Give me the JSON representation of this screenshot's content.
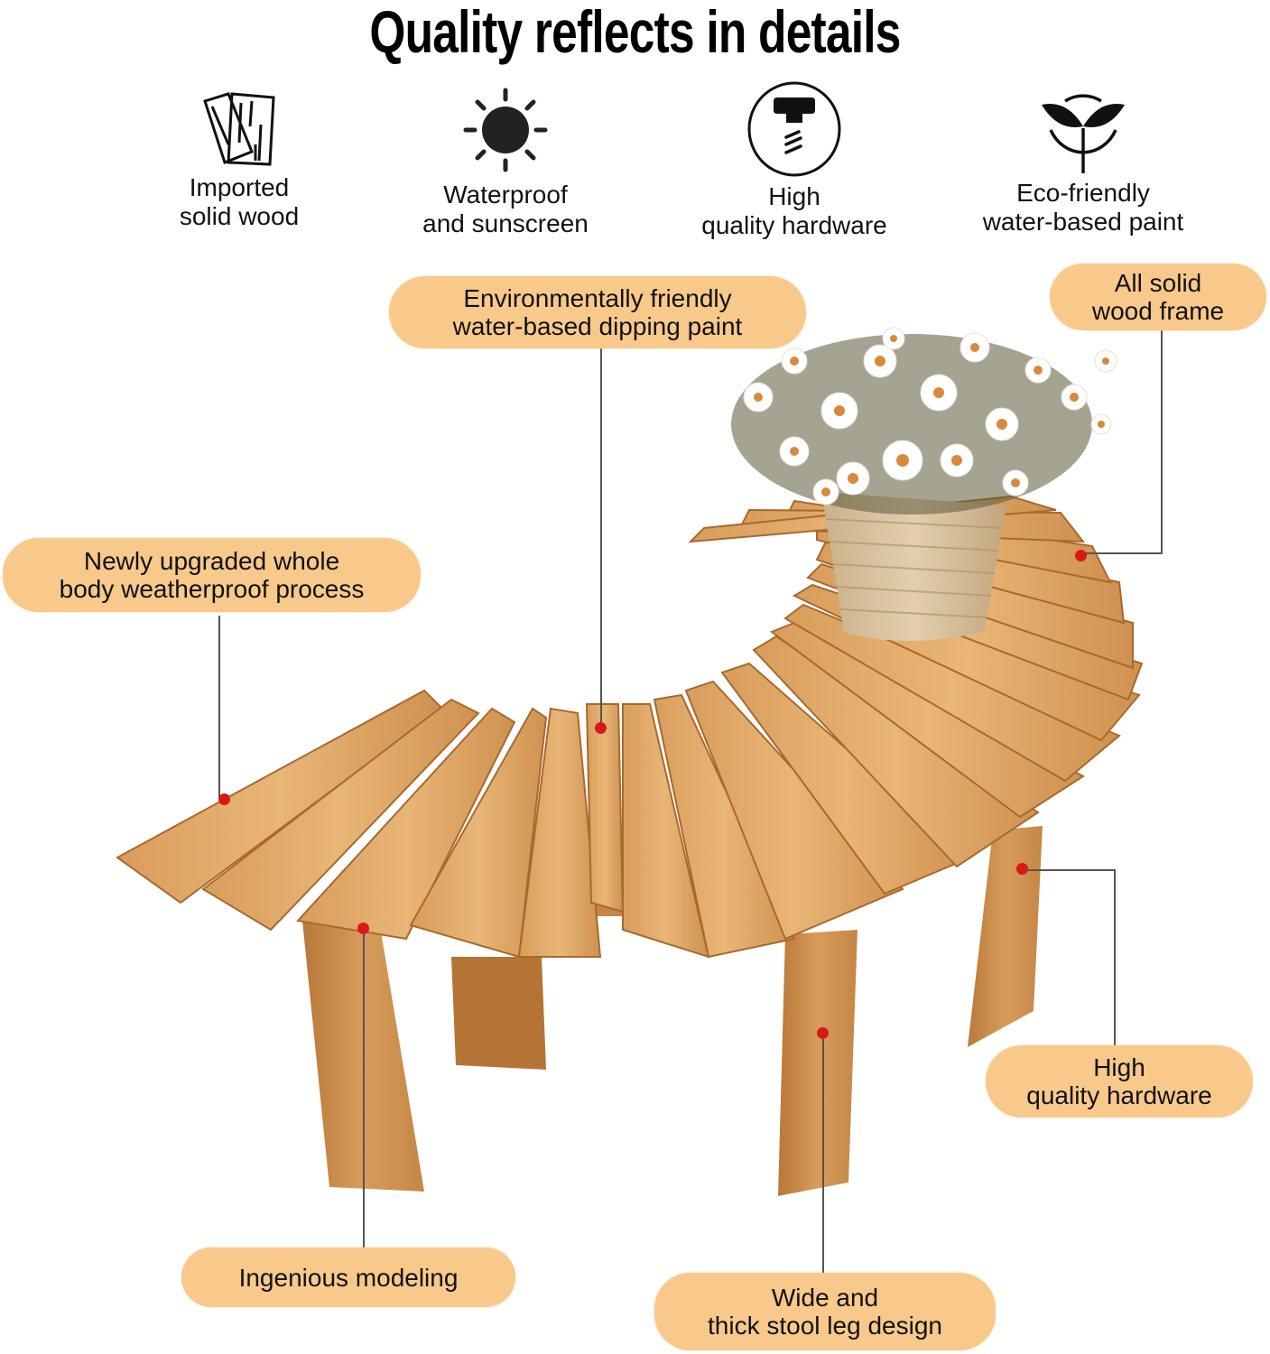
{
  "title": "Quality reflects in details",
  "features": [
    {
      "icon": "wood-planks-icon",
      "line1": "Imported",
      "line2": "solid wood"
    },
    {
      "icon": "sun-icon",
      "line1": "Waterproof",
      "line2": "and sunscreen"
    },
    {
      "icon": "screw-icon",
      "line1": "High",
      "line2": "quality hardware"
    },
    {
      "icon": "sprout-leaf-icon",
      "line1": "Eco-friendly",
      "line2": "water-based paint"
    }
  ],
  "callouts": {
    "paint": {
      "line1": "Environmentally friendly",
      "line2": "water-based dipping paint"
    },
    "frame": {
      "line1": "All solid",
      "line2": "wood frame"
    },
    "weather": {
      "line1": "Newly upgraded whole",
      "line2": "body weatherproof process"
    },
    "hardware": {
      "line1": "High",
      "line2": "quality hardware"
    },
    "modeling": {
      "line1": "Ingenious modeling"
    },
    "legs": {
      "line1": "Wide and",
      "line2": "thick stool leg design"
    }
  },
  "colors": {
    "pill": "#f8c98a",
    "dot": "#d61a1a",
    "line": "#555555",
    "wood_light": "#e2ad6c",
    "wood_mid": "#c98c4b",
    "wood_dark": "#a8692f"
  }
}
